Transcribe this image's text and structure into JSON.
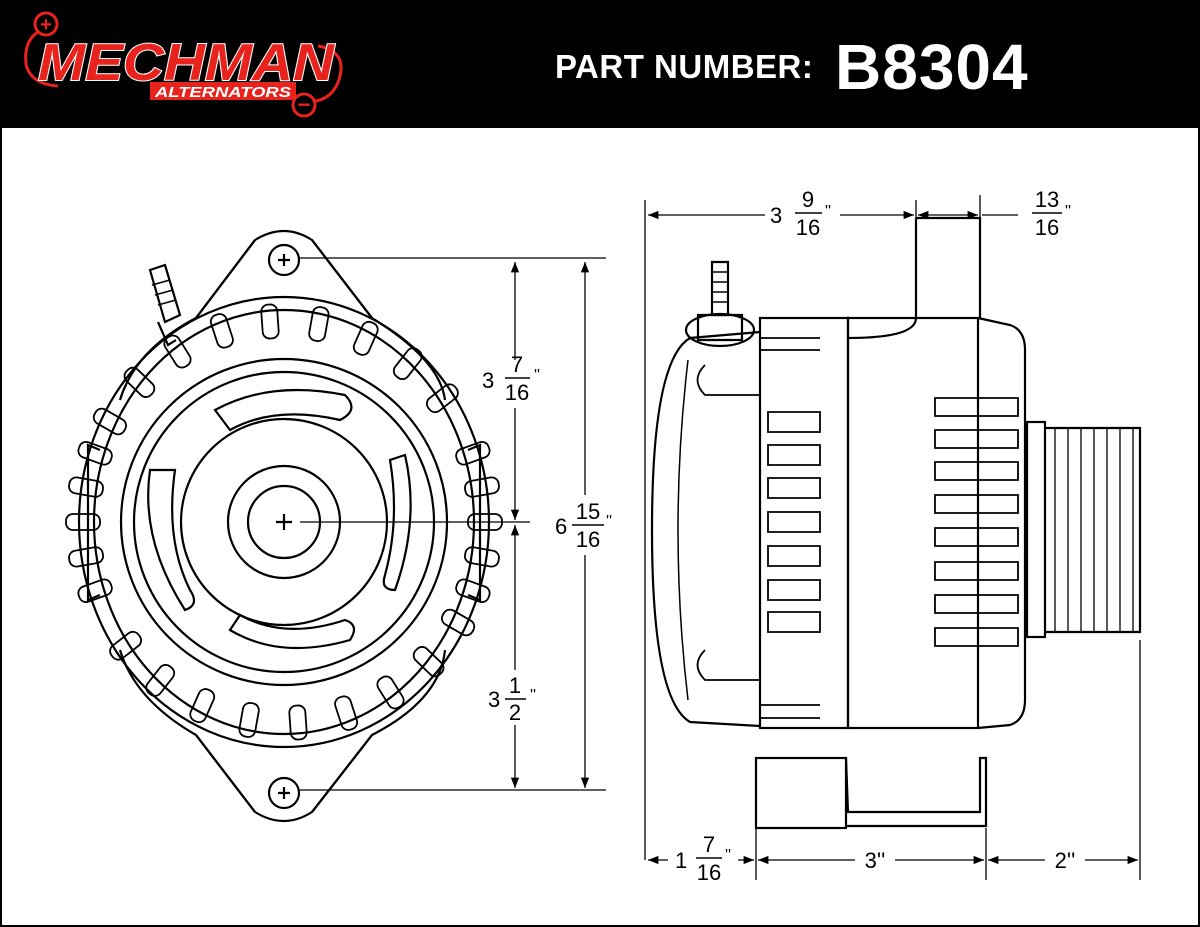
{
  "brand": {
    "logo_main": "MECHMAN",
    "logo_sub": "ALTERNATORS",
    "plus_symbol": "+",
    "minus_symbol": "−",
    "accent_color": "#e8221c"
  },
  "header": {
    "part_number_label": "PART NUMBER:",
    "part_number_value": "B8304"
  },
  "dimensions": {
    "front_upper": {
      "whole": "3",
      "num": "7",
      "den": "16",
      "unit": "''"
    },
    "front_lower": {
      "whole": "3",
      "num": "1",
      "den": "2",
      "unit": "''"
    },
    "front_total": {
      "whole": "6",
      "num": "15",
      "den": "16",
      "unit": "''"
    },
    "side_top_body": {
      "whole": "3",
      "num": "9",
      "den": "16",
      "unit": "''"
    },
    "side_top_flange": {
      "whole": "",
      "num": "13",
      "den": "16",
      "unit": "''"
    },
    "side_bottom_rear": {
      "whole": "1",
      "num": "7",
      "den": "16",
      "unit": "''"
    },
    "side_bottom_mid": {
      "text": "3''"
    },
    "side_bottom_front": {
      "text": "2''"
    }
  }
}
